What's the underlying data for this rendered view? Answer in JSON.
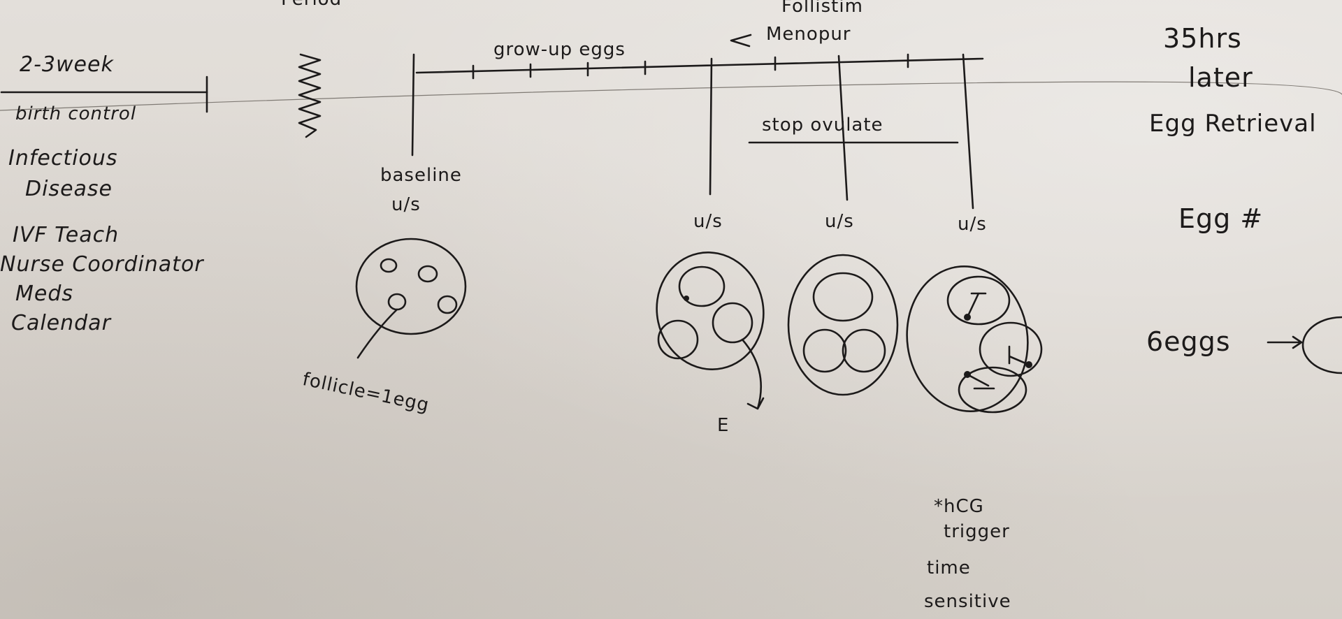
{
  "header": {
    "period_label": "Period",
    "follistim_label": "Follistim",
    "menopur_label": "Menopur",
    "grow_up_eggs_label": "grow-up eggs"
  },
  "left_column": {
    "duration": "2-3week",
    "birth_control": "birth control",
    "items": [
      "Infectious",
      "Disease",
      "IVF Teach",
      "Nurse Coordinator",
      "Meds",
      "Calendar"
    ]
  },
  "timeline": {
    "baseline_line1": "baseline",
    "baseline_line2": "u/s",
    "stop_ovulate": "stop ovulate",
    "ultrasound_labels": [
      "u/s",
      "u/s",
      "u/s"
    ],
    "follicle_note": "follicle=1egg",
    "estrogen_mark": "E",
    "hcg_note": [
      "*hCG",
      "trigger",
      "time",
      "sensitive"
    ]
  },
  "right_column": {
    "hours": "35hrs",
    "later": "later",
    "egg_retrieval": "Egg Retrieval",
    "egg_count": "Egg #",
    "eggs_result": "6eggs"
  },
  "colors": {
    "ink": "#1c1a1a",
    "paper": "#dcd8d3",
    "paper_line": "#7f7a74"
  }
}
